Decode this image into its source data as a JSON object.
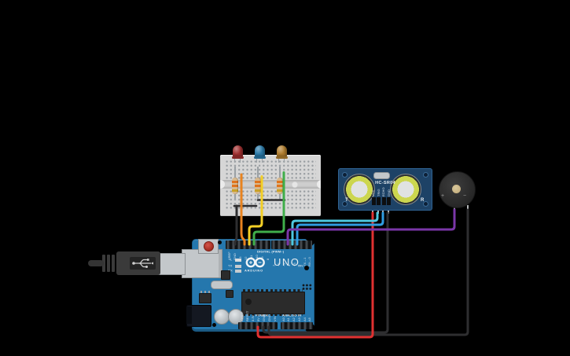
{
  "scene": {
    "background": "#000000"
  },
  "breadboard": {
    "body_color": "#d6d6d6"
  },
  "leds": [
    {
      "name": "red LED",
      "color": "#a03030"
    },
    {
      "name": "blue LED",
      "color": "#2b7aa8"
    },
    {
      "name": "orange LED",
      "color": "#b07d2e"
    }
  ],
  "resistors": {
    "body_color": "#d8b98d",
    "count": 3
  },
  "ultrasonic_sensor": {
    "board_color": "#1d4266",
    "label": "HC-SR04",
    "left_marking": "T",
    "right_marking": "R",
    "pin_labels": [
      "VCC",
      "TRIG",
      "ECHO",
      "GND"
    ]
  },
  "buzzer": {
    "positive_marking": "+",
    "negative_marking": "−"
  },
  "arduino": {
    "board_color": "#2577ad",
    "brand": "ARDUINO",
    "model": "UNO",
    "digital_header_label": "DIGITAL (PWM~)",
    "power_header_label": "POWER",
    "analog_header_label": "ANALOG IN",
    "on_label": "ON",
    "onboard_led_labels": [
      "L",
      "TX",
      "RX"
    ],
    "digital_pins_left": [
      "AREF",
      "GND",
      "13",
      "12",
      "~11",
      "~10",
      "~9",
      "8"
    ],
    "digital_pins_right": [
      "7",
      "~6",
      "~5",
      "4",
      "~3",
      "2",
      "TX→1",
      "RX←0"
    ],
    "power_pins": [
      "IOREF",
      "RESET",
      "3.3V",
      "5V",
      "GND",
      "GND",
      "VIN"
    ],
    "analog_pins": [
      "A0",
      "A1",
      "A2",
      "A3",
      "A4",
      "A5"
    ]
  },
  "wires": [
    {
      "id": "bb-gnd",
      "color": "#2e2e30",
      "desc": "breadboard LED cathodes to Arduino GND"
    },
    {
      "id": "bb-jumper-1",
      "color": "#2e2e30",
      "desc": "breadboard ground jumper 1"
    },
    {
      "id": "bb-jumper-2",
      "color": "#2e2e30",
      "desc": "breadboard ground jumper 2"
    },
    {
      "id": "led1-signal",
      "color": "#e8831f",
      "desc": "orange wire, red LED to digital pin"
    },
    {
      "id": "led2-signal",
      "color": "#f3cf26",
      "desc": "yellow wire, blue LED to digital pin"
    },
    {
      "id": "led3-signal",
      "color": "#3fae4a",
      "desc": "green wire, orange LED to digital pin"
    },
    {
      "id": "sensor-trig",
      "color": "#4ec9e0",
      "desc": "cyan wire, HC-SR04 TRIG to digital pin"
    },
    {
      "id": "sensor-echo",
      "color": "#2f9ce0",
      "desc": "blue wire, HC-SR04 ECHO to digital pin"
    },
    {
      "id": "buzzer-sig",
      "color": "#7a36a8",
      "desc": "purple wire, buzzer + to digital pin"
    },
    {
      "id": "sensor-vcc",
      "color": "#e03131",
      "desc": "red wire, Arduino 5V to HC-SR04 VCC"
    },
    {
      "id": "sensor-gnd",
      "color": "#2e2e30",
      "desc": "black wire, Arduino GND to HC-SR04 GND"
    },
    {
      "id": "buzzer-gnd",
      "color": "#2e2e30",
      "desc": "black wire, Arduino GND to buzzer −"
    }
  ]
}
